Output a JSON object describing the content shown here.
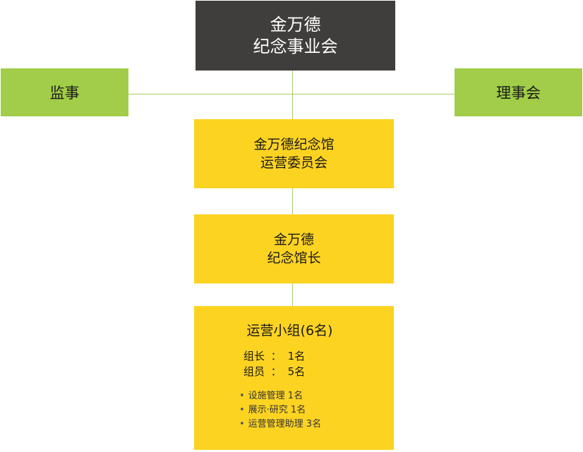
{
  "nodes": {
    "foundation": {
      "line1": "金万德",
      "line2": "纪念事业会"
    },
    "supervisor": {
      "label": "监事"
    },
    "board": {
      "label": "理事会"
    },
    "committee": {
      "line1": "金万德纪念馆",
      "line2": "运营委员会"
    },
    "director": {
      "line1": "金万德",
      "line2": "纪念馆长"
    },
    "team": {
      "title": "运营小组(6名)",
      "counts": [
        {
          "label": "组长",
          "sep": "：",
          "value": "1名"
        },
        {
          "label": "组员",
          "sep": "：",
          "value": "5名"
        }
      ],
      "roles": [
        "设施管理 1名",
        "展示·研究 1名",
        "运营管理助理 3名"
      ]
    }
  },
  "colors": {
    "dark": "#403e3c",
    "green": "#a1cd48",
    "yellow": "#fdd322",
    "connector": "#a9c86a"
  }
}
